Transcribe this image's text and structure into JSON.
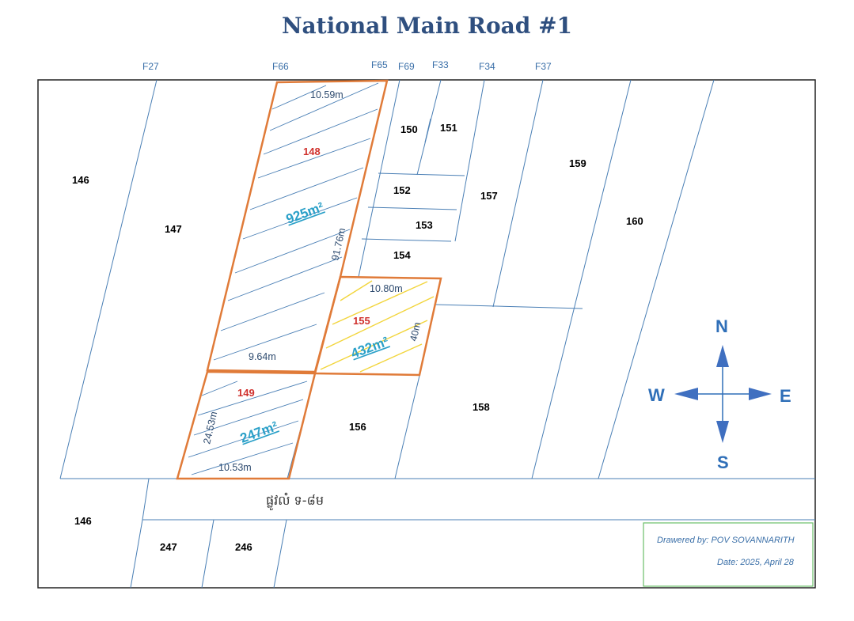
{
  "title": "National Main Road #1",
  "field_labels": [
    "F27",
    "F66",
    "F65",
    "F69",
    "F33",
    "F34",
    "F37"
  ],
  "lots": {
    "l146a": "146",
    "l147": "147",
    "l148": "148",
    "l150": "150",
    "l151": "151",
    "l152": "152",
    "l153": "153",
    "l154": "154",
    "l155": "155",
    "l156": "156",
    "l157": "157",
    "l158": "158",
    "l159": "159",
    "l160": "160",
    "l149": "149",
    "l146b": "146",
    "l247": "247",
    "l246": "246"
  },
  "dimensions": {
    "d148_top": "10.59m",
    "d148_side": "91.76m",
    "d148_bottom": "9.64m",
    "d155_top": "10.80m",
    "d155_side": "40m",
    "d149_side": "24.53m",
    "d149_bottom": "10.53m"
  },
  "areas": {
    "a148": "925m²",
    "a155": "432m²",
    "a149": "247m²"
  },
  "road_label": "ផ្លូវលំ ទ-៨ម",
  "compass": {
    "n": "N",
    "s": "S",
    "e": "E",
    "w": "W"
  },
  "credit": {
    "drawn_by": "Drawered by: POV SOVANNARITH",
    "date": "Date: 2025, April 28"
  },
  "colors": {
    "parcel_line": "#4a7fb5",
    "highlight_outline": "#e07b39",
    "hatch_148": "#4a7fb5",
    "hatch_155": "#f2d53c",
    "lot_red": "#d0312d",
    "area_text": "#2aa0c8",
    "compass": "#2f6fb8",
    "credit_box": "#6abf69"
  }
}
